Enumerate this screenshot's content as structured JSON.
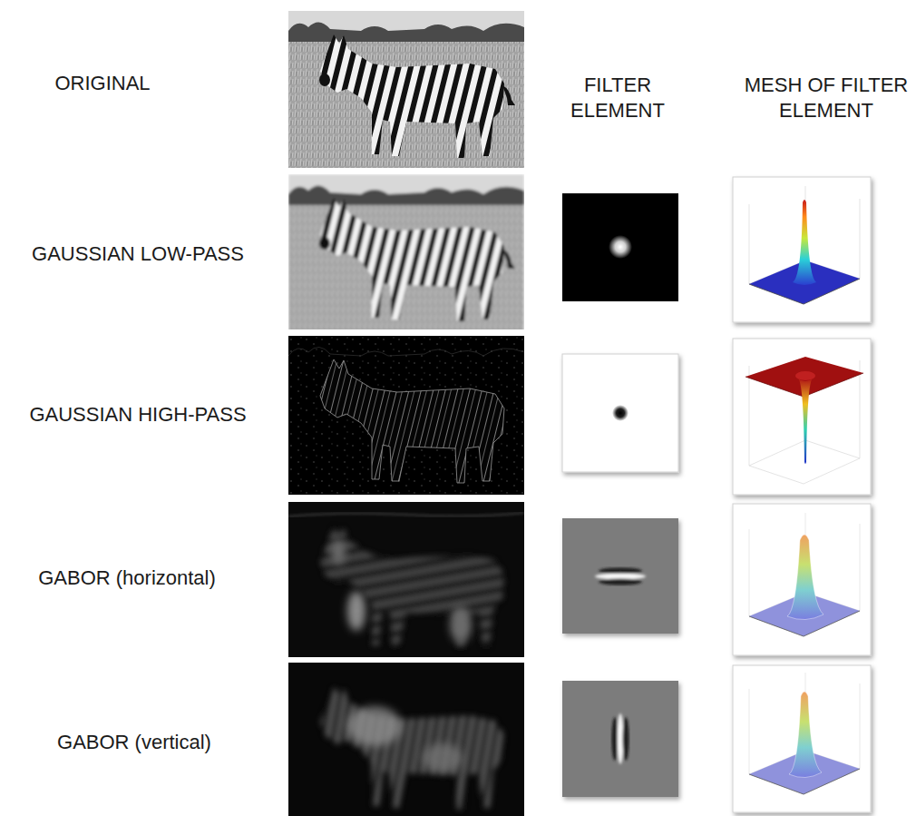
{
  "diagram": {
    "labels": [
      "ORIGINAL",
      "FILTER ELEMENT",
      "MESH OF FILTER ELEMENT",
      "GAUSSIAN LOW-PASS",
      "GAUSSIAN HIGH-PASS",
      "GABOR (horizontal)",
      "GABOR (vertical)"
    ]
  }
}
